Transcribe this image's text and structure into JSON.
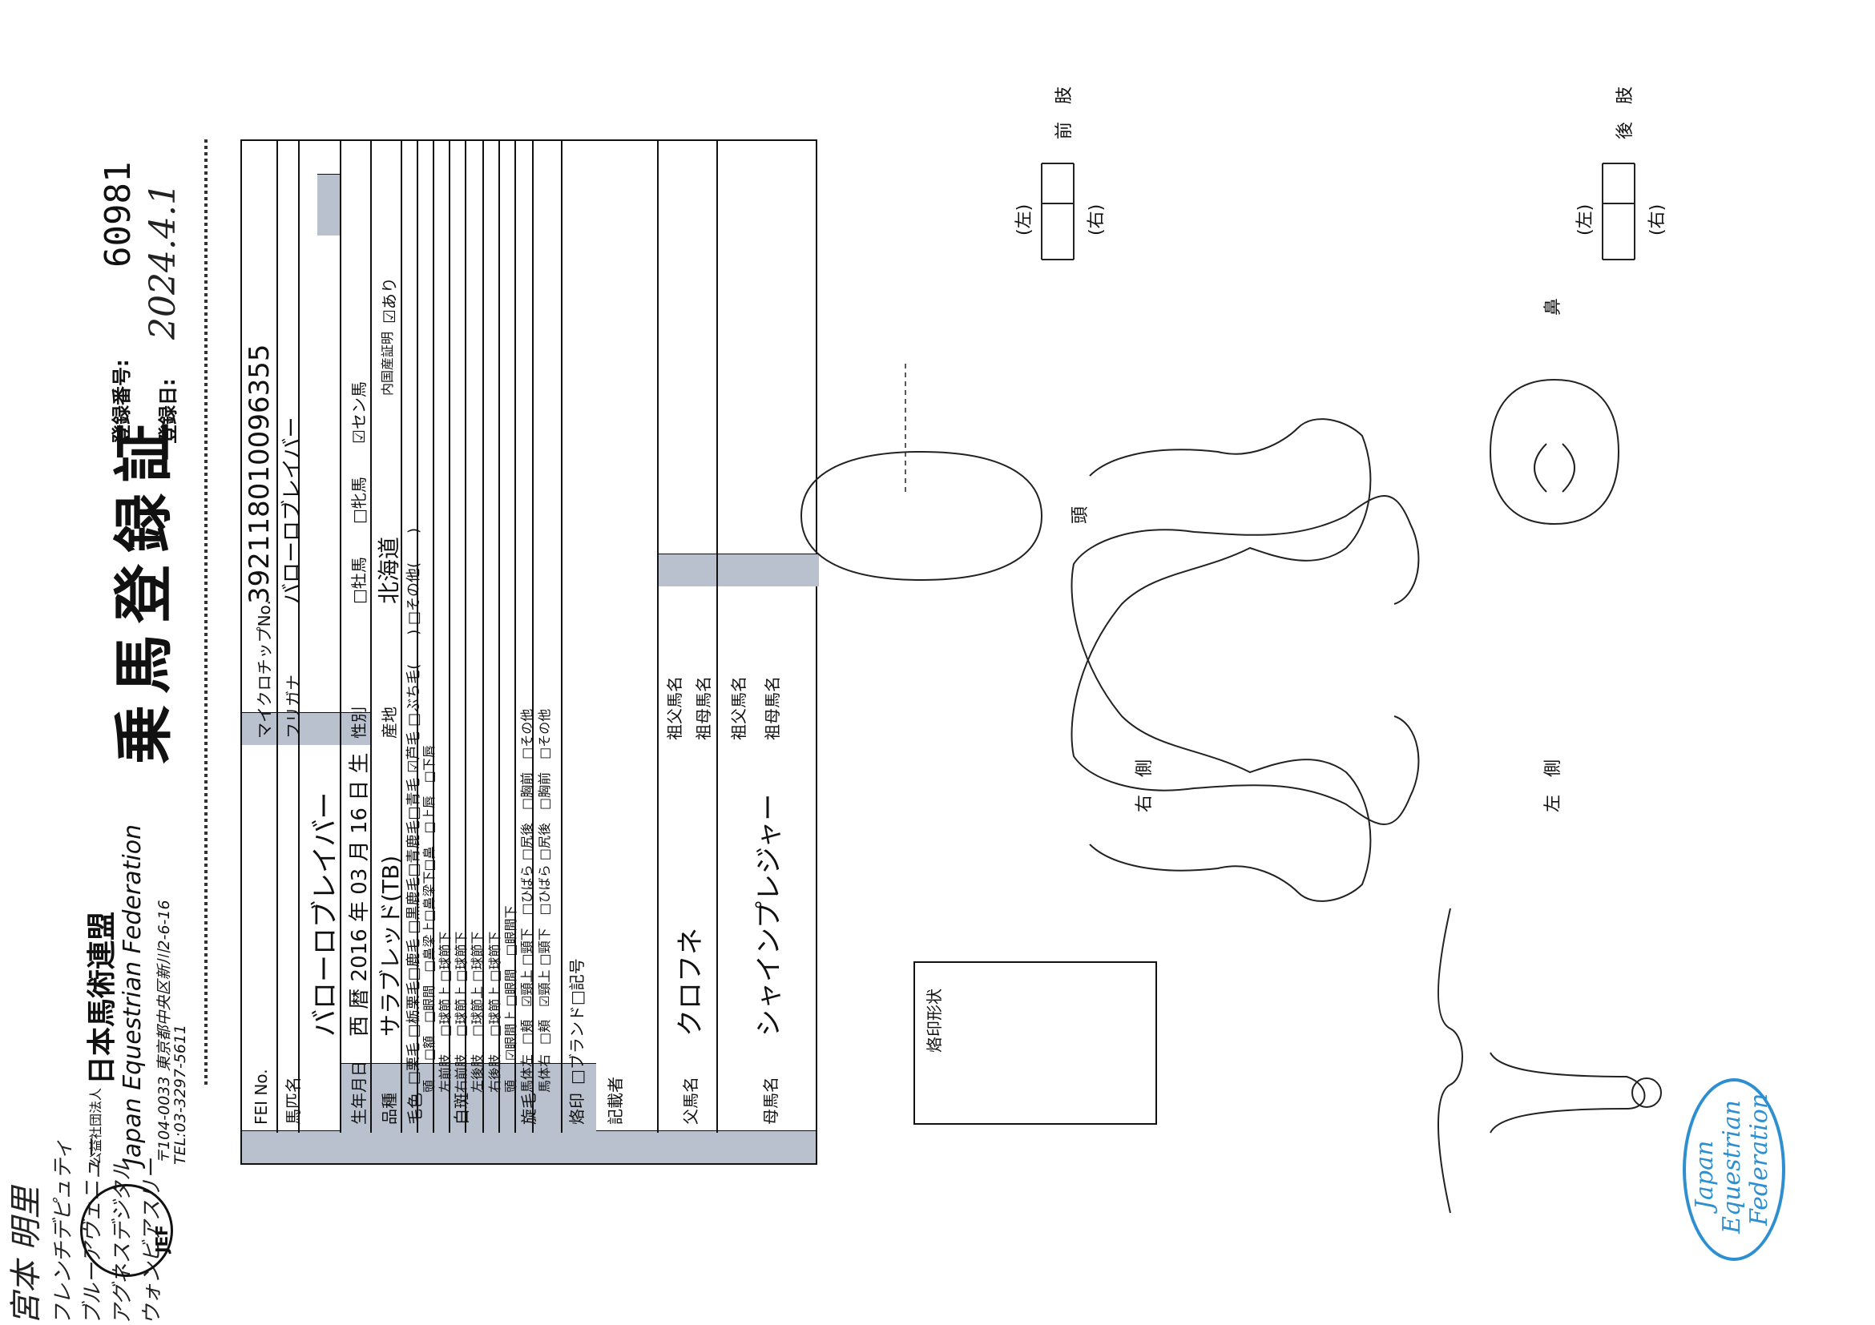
{
  "document_title": "乗馬登録証",
  "federation": {
    "logo_text": "JEF",
    "prefix": "公益社団法人",
    "name_jp": "日本馬術連盟",
    "name_en": "Japan Equestrian Federation",
    "address": "〒104-0033 東京都中央区新川2-6-16",
    "tel": "TEL:03-3297-5611"
  },
  "registration": {
    "number_label": "登録番号:",
    "number": "60981",
    "date_label": "登録日:",
    "date": "2024.4.1"
  },
  "form": {
    "fei_no": {
      "label": "FEI No.",
      "value": ""
    },
    "microchip": {
      "label": "マイクロチップNo.",
      "value": "392118010096355"
    },
    "horse_name": {
      "label": "馬匹名",
      "value": "バローロブレイバー"
    },
    "furigana": {
      "label": "フリガナ",
      "value": "バローロブレイバー"
    },
    "birth": {
      "label": "生年月日",
      "value": "西 暦 2016 年 03 月 16 日 生"
    },
    "sex": {
      "label": "性別",
      "options": [
        "□牡馬",
        "□牝馬",
        "☑セン馬"
      ]
    },
    "breed": {
      "label": "品種",
      "value": "サラブレッド(TB)"
    },
    "origin": {
      "label": "産地",
      "value": "北海道"
    },
    "domestic_cert": {
      "label": "内国産証明",
      "value": "☑あり"
    },
    "coat": {
      "label": "毛色",
      "line1": "□栗毛 □栃栗毛□鹿毛 □黒鹿毛□青鹿毛□青毛 ☑芦毛 □ぶち毛(　　) □その他(　　)"
    },
    "markings": {
      "label": "白斑",
      "rows": [
        {
          "part": "頭",
          "text": "□額　□眼間　□鼻梁上□鼻梁下□鼻　□上唇　□下唇"
        },
        {
          "part": "左前肢",
          "text": "□球節上 □球節下"
        },
        {
          "part": "右前肢",
          "text": "□球節上 □球節下"
        },
        {
          "part": "左後肢",
          "text": "□球節上 □球節下"
        },
        {
          "part": "右後肢",
          "text": "□球節上 □球節下"
        }
      ]
    },
    "whorls": {
      "label": "旋毛",
      "rows": [
        {
          "part": "頭",
          "text": "☑眼間上 □眼間　□眼間下"
        },
        {
          "part": "馬体左",
          "text": "□頬　☑頸上 □頸下　□ひばら □尻後　□胸前　□その他"
        },
        {
          "part": "馬体右",
          "text": "□頬　☑頸上 □頸下　□ひばら □尻後　□胸前　□その他"
        }
      ]
    },
    "brand": {
      "label": "烙印",
      "text": "□ブランド□記号"
    },
    "recorder": {
      "label": "記載者",
      "value": "宮本 明里"
    },
    "sire": {
      "label": "父馬名",
      "value": "クロフネ"
    },
    "sire_sire": {
      "label": "祖父馬名",
      "value": "フレンチデピュティ"
    },
    "sire_dam": {
      "label": "祖母馬名",
      "value": "ブルーアヴェニュー"
    },
    "dam": {
      "label": "母馬名",
      "value": "シャインプレジャー"
    },
    "dam_sire": {
      "label": "祖父馬名",
      "value": "アグネスデジタル"
    },
    "dam_dam": {
      "label": "祖母馬名",
      "value": "ウォンビアスリー"
    }
  },
  "diagram": {
    "brand_box_label": "烙印形状",
    "right_side": "右　側",
    "left_side": "左　側",
    "head": "頭",
    "muzzle": "鼻",
    "forelimbs": "前　肢",
    "hindlimbs": "後　肢",
    "left": "(左)",
    "right": "(右)"
  },
  "stamp": {
    "line1": "Japan",
    "line2": "Equestrian",
    "line3": "Federation"
  }
}
